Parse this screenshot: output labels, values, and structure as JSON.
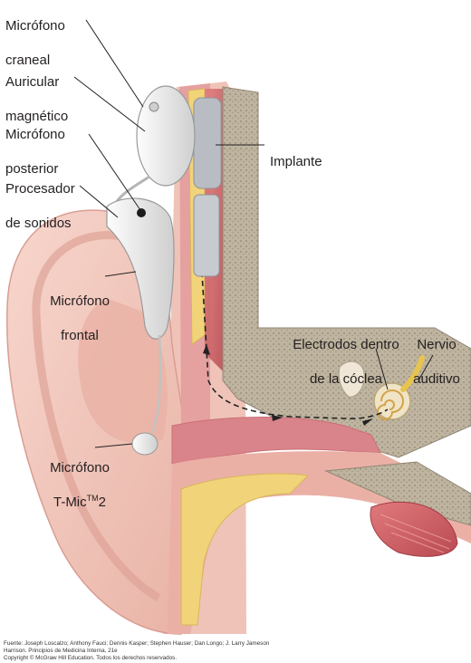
{
  "labels": {
    "cranial_mic_l1": "Micrófono",
    "cranial_mic_l2": "craneal",
    "magnetic_headpiece_l1": "Auricular",
    "magnetic_headpiece_l2": "magnético",
    "rear_mic_l1": "Micrófono",
    "rear_mic_l2": "posterior",
    "sound_processor_l1": "Procesador",
    "sound_processor_l2": "de sonidos",
    "implant": "Implante",
    "front_mic_l1": "Micrófono",
    "front_mic_l2": "frontal",
    "electrodes_l1": "Electrodos dentro",
    "electrodes_l2": "de la cóclea",
    "nerve_l1": "Nervio",
    "nerve_l2": "auditivo",
    "tmic_l1": "Micrófono",
    "tmic_l2_prefix": "T-Mic",
    "tmic_sup": "TM",
    "tmic_suffix": "2"
  },
  "footer": {
    "line1": "Fuente: Joseph Loscalzo; Anthony Fauci; Dennis Kasper; Stephen Hauser; Dan Longo; J. Larry Jameson",
    "line2": "Harrison. Principios de Medicina Interna, 21e",
    "line3": "Copyright © McGraw Hill Education. Todos los derechos reservados."
  },
  "colors": {
    "skin": "#f4c9bf",
    "skin_dark": "#e3a79a",
    "canal_pink": "#d9848a",
    "fat_yellow": "#f1d37a",
    "bone": "#c9c0ad",
    "device_white": "#f2f2f2",
    "muscle_red": "#c8545a"
  }
}
